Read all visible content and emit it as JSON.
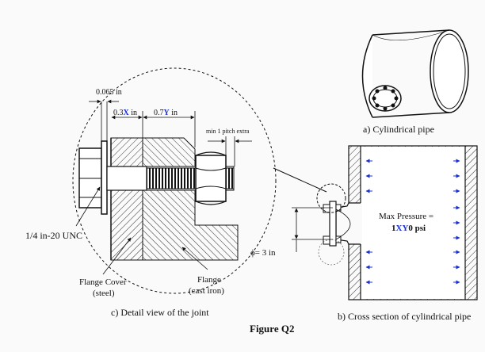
{
  "figure_title": "Figure Q2",
  "panel_a_caption": "a) Cylindrical pipe",
  "panel_b_caption": "b) Cross section of cylindrical pipe",
  "panel_c_caption": "c) Detail view of the joint",
  "dim_head_thickness": "0.065 in",
  "dim_cover_prefix": "0.3",
  "dim_cover_var": "X",
  "dim_cover_unit": " in",
  "dim_flange_prefix": "0.7",
  "dim_flange_var": "Y",
  "dim_flange_unit": " in",
  "dim_min_pitch": "min 1 pitch extra",
  "bolt_label": "1/4 in-20 UNC",
  "cover_label_line1": "Flange Cover",
  "cover_label_line2": "(steel)",
  "flange_label_line1": "Flange",
  "flange_label_line2": "(cast iron)",
  "diameter_label": "ϕ= 3 in",
  "pressure_line1": "Max Pressure =",
  "pressure_prefix": "1",
  "pressure_var": "XY",
  "pressure_suffix": "0 psi",
  "colors": {
    "accent_blue": "#1a2fd0",
    "line": "#111111",
    "hatch": "#333333",
    "page": "#fafafa"
  }
}
